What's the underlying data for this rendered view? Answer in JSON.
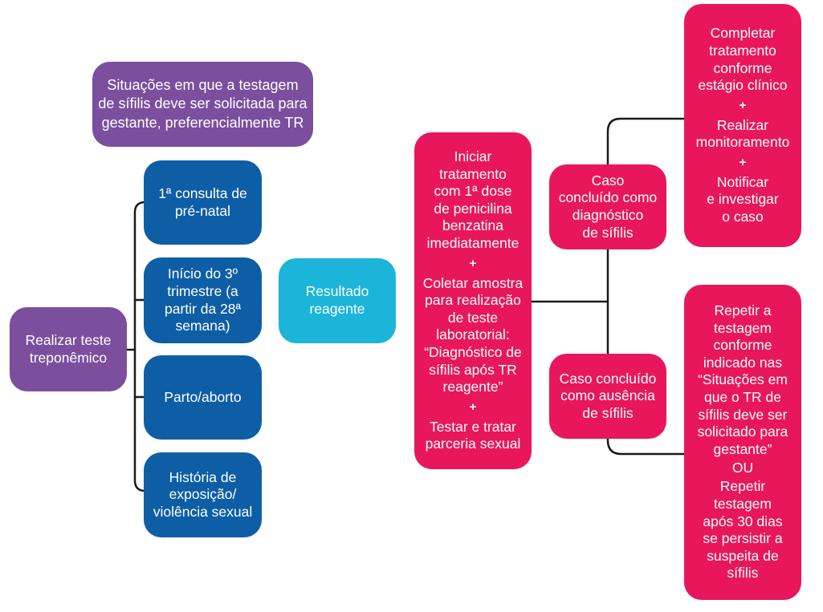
{
  "diagram": {
    "situations_header": "Situações em que a testagem\nde sífilis deve ser solicitada para\ngestante, preferencialmente TR",
    "start_box": "Realizar teste\ntreponêmico",
    "situations": [
      "1ª consulta de\npré-natal",
      "Início do 3º\ntrimestre (a\npartir da 28ª\nsemana)",
      "Parto/aborto",
      "História de\nexposição/\nviolência sexual"
    ],
    "result_box": "Resultado\nreagente",
    "action_box": {
      "step1": "Iniciar\ntratamento\ncom 1ª dose\nde penicilina\nbenzatina\nimediatamente",
      "plus1": "+",
      "step2": "Coletar amostra\npara realização\nde teste\nlaboratorial:\n“Diagnóstico de\nsífilis após TR\nreagente”",
      "plus2": "+",
      "step3": "Testar e tratar\nparceria sexual"
    },
    "diagnosis_box": "Caso\nconcluído como\ndiagnóstico\nde sífilis",
    "absence_box": "Caso concluído\ncomo ausência\nde sífilis",
    "treatment_box": {
      "step1": "Completar\ntratamento\nconforme\nestágio clínico",
      "plus1": "+",
      "step2": "Realizar\nmonitoramento",
      "plus2": "+",
      "step3": "Notificar\ne investigar\no caso"
    },
    "retest_box": {
      "option1": "Repetir a\ntestagem\nconforme\nindicado nas\n“Situações em\nque o TR de\nsífilis deve ser\nsolicitado para\ngestante”",
      "or": "OU",
      "option2": "Repetir\ntestagem\napós 30 dias\nse persistir a\nsuspeita de\nsífilis"
    }
  },
  "colors": {
    "purple": "#7B4E9E",
    "blue": "#0E5EA6",
    "cyan": "#1CB4D8",
    "pink": "#E8175C",
    "line": "#1a1a1a"
  }
}
